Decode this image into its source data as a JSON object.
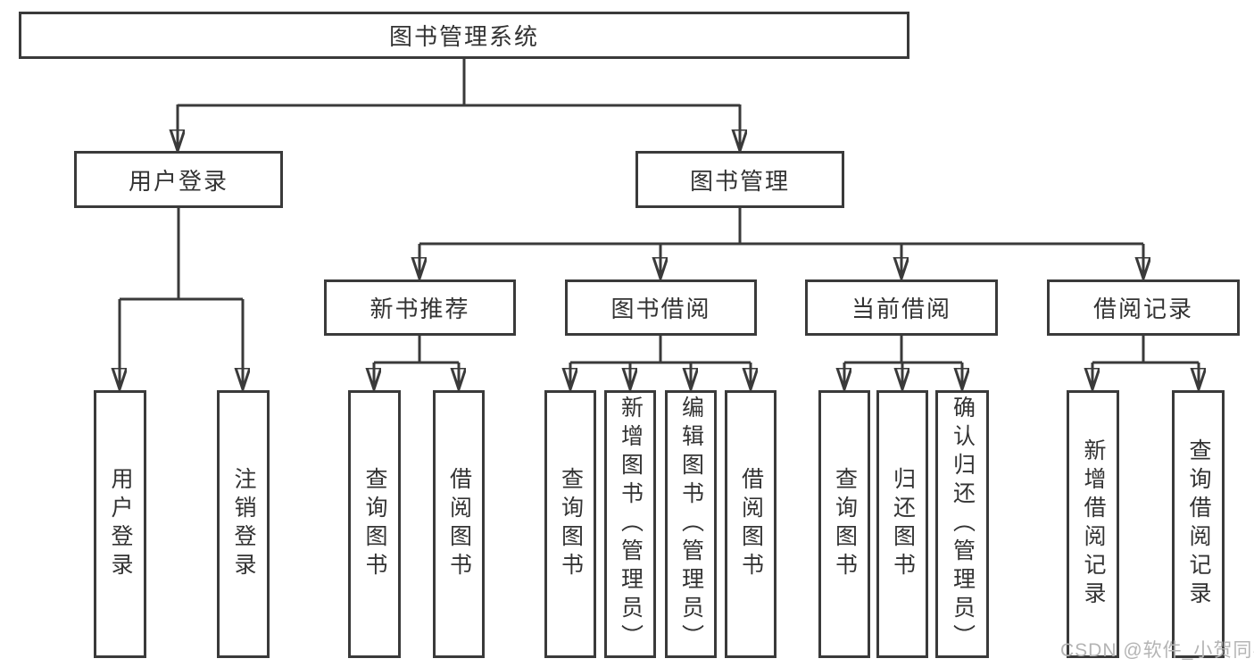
{
  "tree": {
    "root_label": "图书管理系统",
    "login": {
      "label": "用户登录",
      "children": [
        "用户登录",
        "注销登录"
      ]
    },
    "management": {
      "label": "图书管理",
      "sections": [
        {
          "label": "新书推荐",
          "children": [
            "查询图书",
            "借阅图书"
          ]
        },
        {
          "label": "图书借阅",
          "children": [
            "查询图书",
            "新增图书（管理员）",
            "编辑图书（管理员）",
            "借阅图书"
          ]
        },
        {
          "label": "当前借阅",
          "children": [
            "查询图书",
            "归还图书",
            "确认归还（管理员）"
          ]
        },
        {
          "label": "借阅记录",
          "children": [
            "新增借阅记录",
            "查询借阅记录"
          ]
        }
      ]
    }
  },
  "watermark": "CSDN @软件_小贺同学",
  "colors": {
    "line": "#3a3a3a",
    "text": "#333333",
    "watermark": "#b4b4b4",
    "background": "#ffffff"
  }
}
